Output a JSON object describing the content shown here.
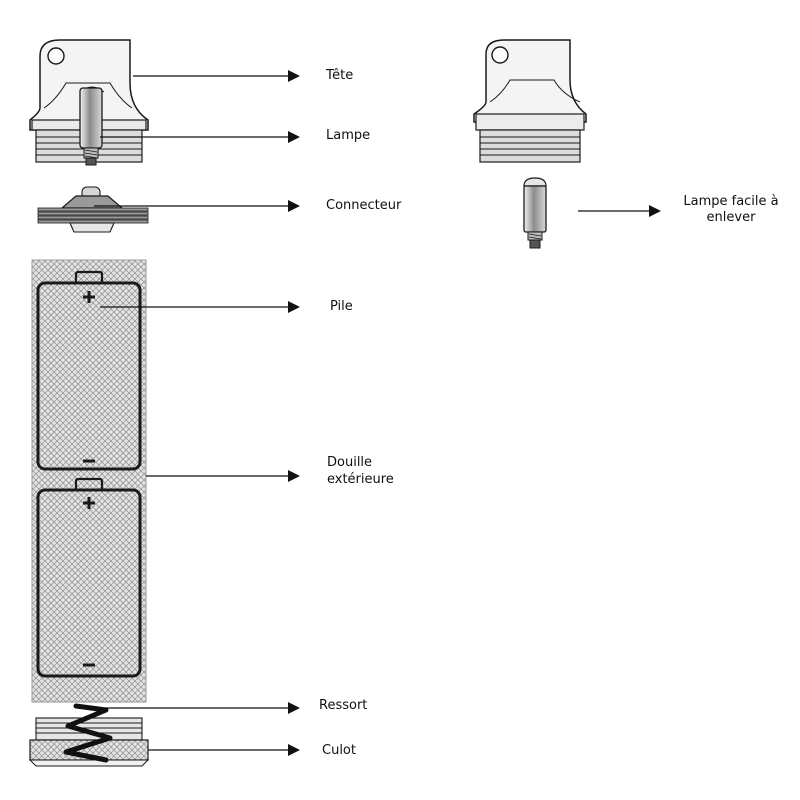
{
  "labels": {
    "tete": "Tête",
    "lampe": "Lampe",
    "connecteur": "Connecteur",
    "pile": "Pile",
    "douille_line1": "Douille",
    "douille_line2": "extérieure",
    "ressort": "Ressort",
    "culot": "Culot",
    "lampe_facile_line1": "Lampe facile à",
    "lampe_facile_line2": "enlever"
  },
  "colors": {
    "line": "#1a1a1a",
    "metal_light": "#eeeeee",
    "metal_mid": "#c8c8c8",
    "metal_dark": "#8c8c8c",
    "hatch": "#9a9a9a"
  }
}
